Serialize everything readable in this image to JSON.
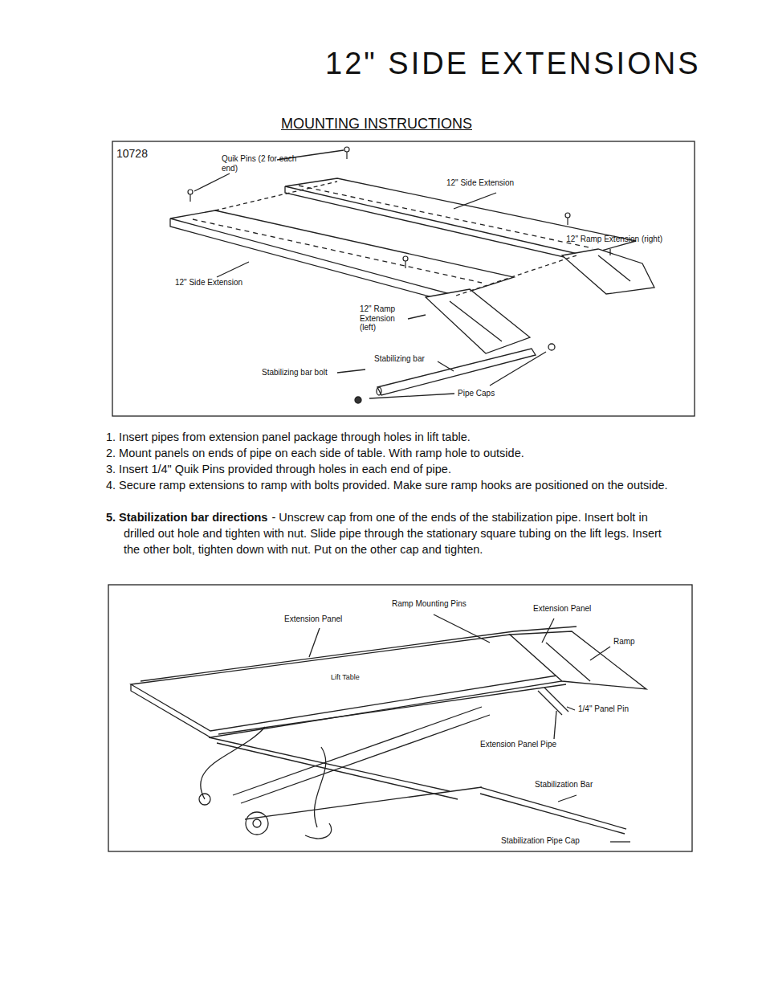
{
  "diagram": {
    "title": "12\" SIDE EXTENSIONS",
    "labels": [
      "MOUNTING INSTRUCTIONS",
      "10728",
      "Quik Pins (2 for each end)",
      "12\" Side Extension",
      "12\" Ramp Extension (right)",
      "12\" Side Extension",
      "12\" Ramp Extension (left)",
      "Stabilizing bar",
      "Stabilizing bar bolt",
      "Pipe Caps",
      "1. Insert pipes from extension panel package through holes in lift table.",
      "2. Mount panels on ends of pipe on each side of table. With ramp hole to outside.",
      "3. Insert 1/4\" Quik Pins provided through holes in each end of pipe.",
      "4. Secure ramp extensions to ramp with bolts provided. Make sure ramp hooks are positioned on the outside.",
      "5. Stabilization bar directions",
      "- Unscrew cap from one of the ends of the stabilization pipe. Insert bolt in drilled out hole and tighten with nut. Slide pipe through the stationary square tubing on the lift legs. Insert the other bolt, tighten down with nut. Put on the other cap and tighten.",
      "Ramp Mounting Pins",
      "Extension Panel",
      "Extension Panel",
      "Ramp",
      "Lift Table",
      "1/4\" Panel Pin",
      "Extension Panel Pipe",
      "Stabilization Bar",
      "Stabilization Pipe Cap"
    ]
  }
}
